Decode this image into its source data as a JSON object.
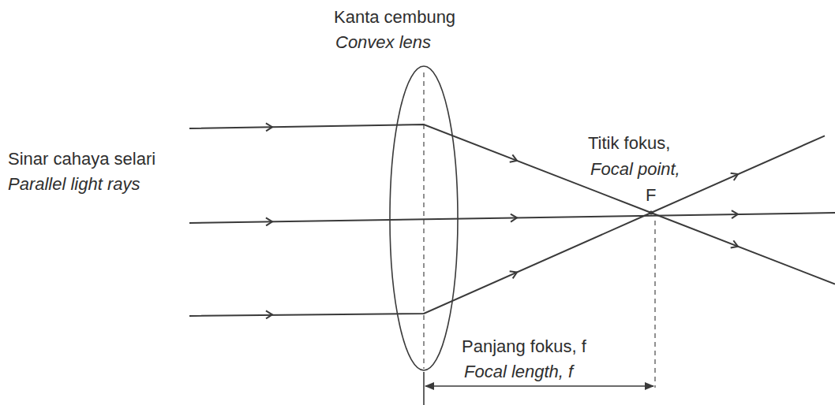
{
  "diagram": {
    "labels": [
      "Kanta cembung",
      "Convex lens",
      "Sinar cahaya selari",
      "Parallel light rays",
      "Titik fokus,",
      "Focal point,",
      "F",
      "Panjang fokus, f",
      "Focal length, f"
    ]
  }
}
